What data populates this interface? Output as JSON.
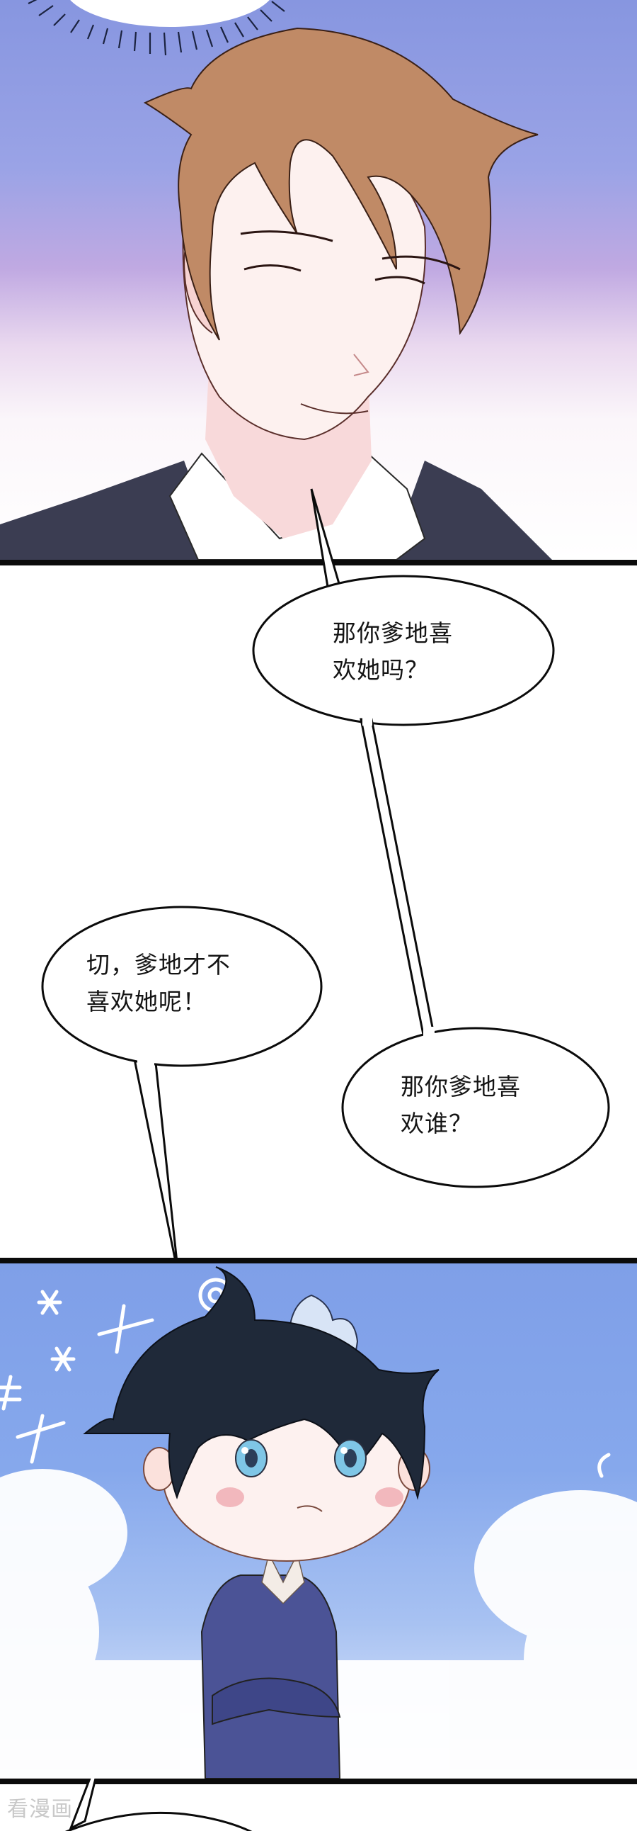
{
  "comic": {
    "panels": [
      {
        "id": "panel-1",
        "description": "Smiling brown-haired man in dark suit, eyes closed, against blue-to-pink gradient sky with radiating halo lines",
        "background_top": "#8796e0",
        "background_bottom": "#ffffff"
      },
      {
        "id": "panel-2",
        "description": "White gutter with three dialogue speech bubbles"
      },
      {
        "id": "panel-3",
        "description": "Chibi boy with black hair and blue eyes, arms crossed, pouting, steam puff beside head, blue sky with white clouds and symbols",
        "background_top": "#7f9fe8"
      }
    ],
    "bubbles": [
      {
        "line1": "那你爹地喜",
        "line2": "欢她吗？"
      },
      {
        "line1": "切，爹地才不",
        "line2": "喜欢她呢！"
      },
      {
        "line1": "那你爹地喜",
        "line2": "欢谁？"
      }
    ],
    "background_symbols": [
      "*",
      "@",
      "%",
      "#",
      "¥"
    ],
    "watermark": "看漫画"
  },
  "colors": {
    "border": "#0b0b0b",
    "hair_man": "#c08a66",
    "hair_boy": "#1e2838",
    "sweater_boy": "#4b5396",
    "suit_man": "#3a3a4a",
    "skin": "#fbe7e4",
    "blush": "#f2b8bd",
    "eyes_boy": "#7fc6e6"
  }
}
